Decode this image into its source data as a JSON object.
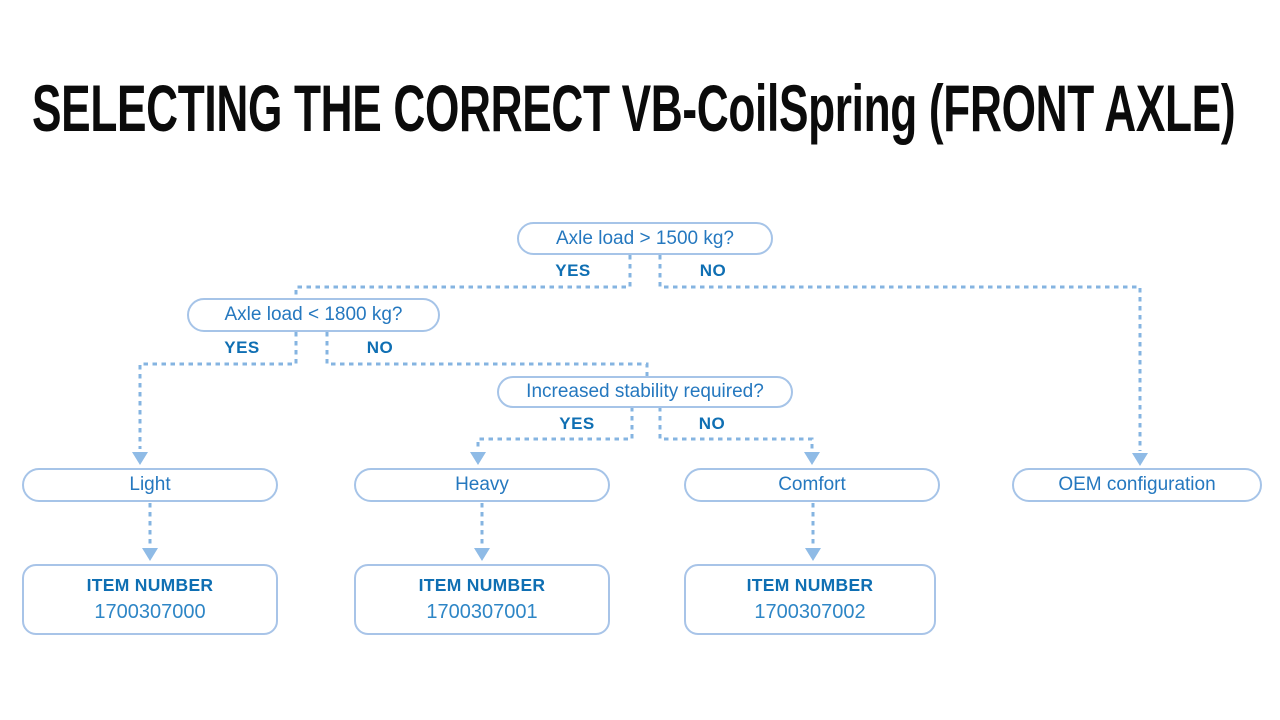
{
  "title": "SELECTING THE CORRECT VB-CoilSpring (FRONT AXLE)",
  "colors": {
    "title_black": "#0b0b0b",
    "node_text_blue": "#2578bf",
    "bold_label_blue": "#0f6fb3",
    "item_number_blue": "#2e86c6",
    "node_border_blue": "#a6c4e8",
    "connector_blue": "#85b4e1",
    "arrowhead_blue": "#8fbbe6",
    "background": "#ffffff"
  },
  "flowchart": {
    "decisions": [
      {
        "label": "Axle load > 1500 kg?",
        "yes_label": "YES",
        "no_label": "NO"
      },
      {
        "label": "Axle load < 1800 kg?",
        "yes_label": "YES",
        "no_label": "NO"
      },
      {
        "label": "Increased stability required?",
        "yes_label": "YES",
        "no_label": "NO"
      }
    ],
    "outcomes": [
      {
        "label": "Light"
      },
      {
        "label": "Heavy"
      },
      {
        "label": "Comfort"
      },
      {
        "label": "OEM configuration"
      }
    ],
    "item_cards": [
      {
        "heading": "ITEM NUMBER",
        "number": "1700307000"
      },
      {
        "heading": "ITEM NUMBER",
        "number": "1700307001"
      },
      {
        "heading": "ITEM NUMBER",
        "number": "1700307002"
      }
    ]
  }
}
